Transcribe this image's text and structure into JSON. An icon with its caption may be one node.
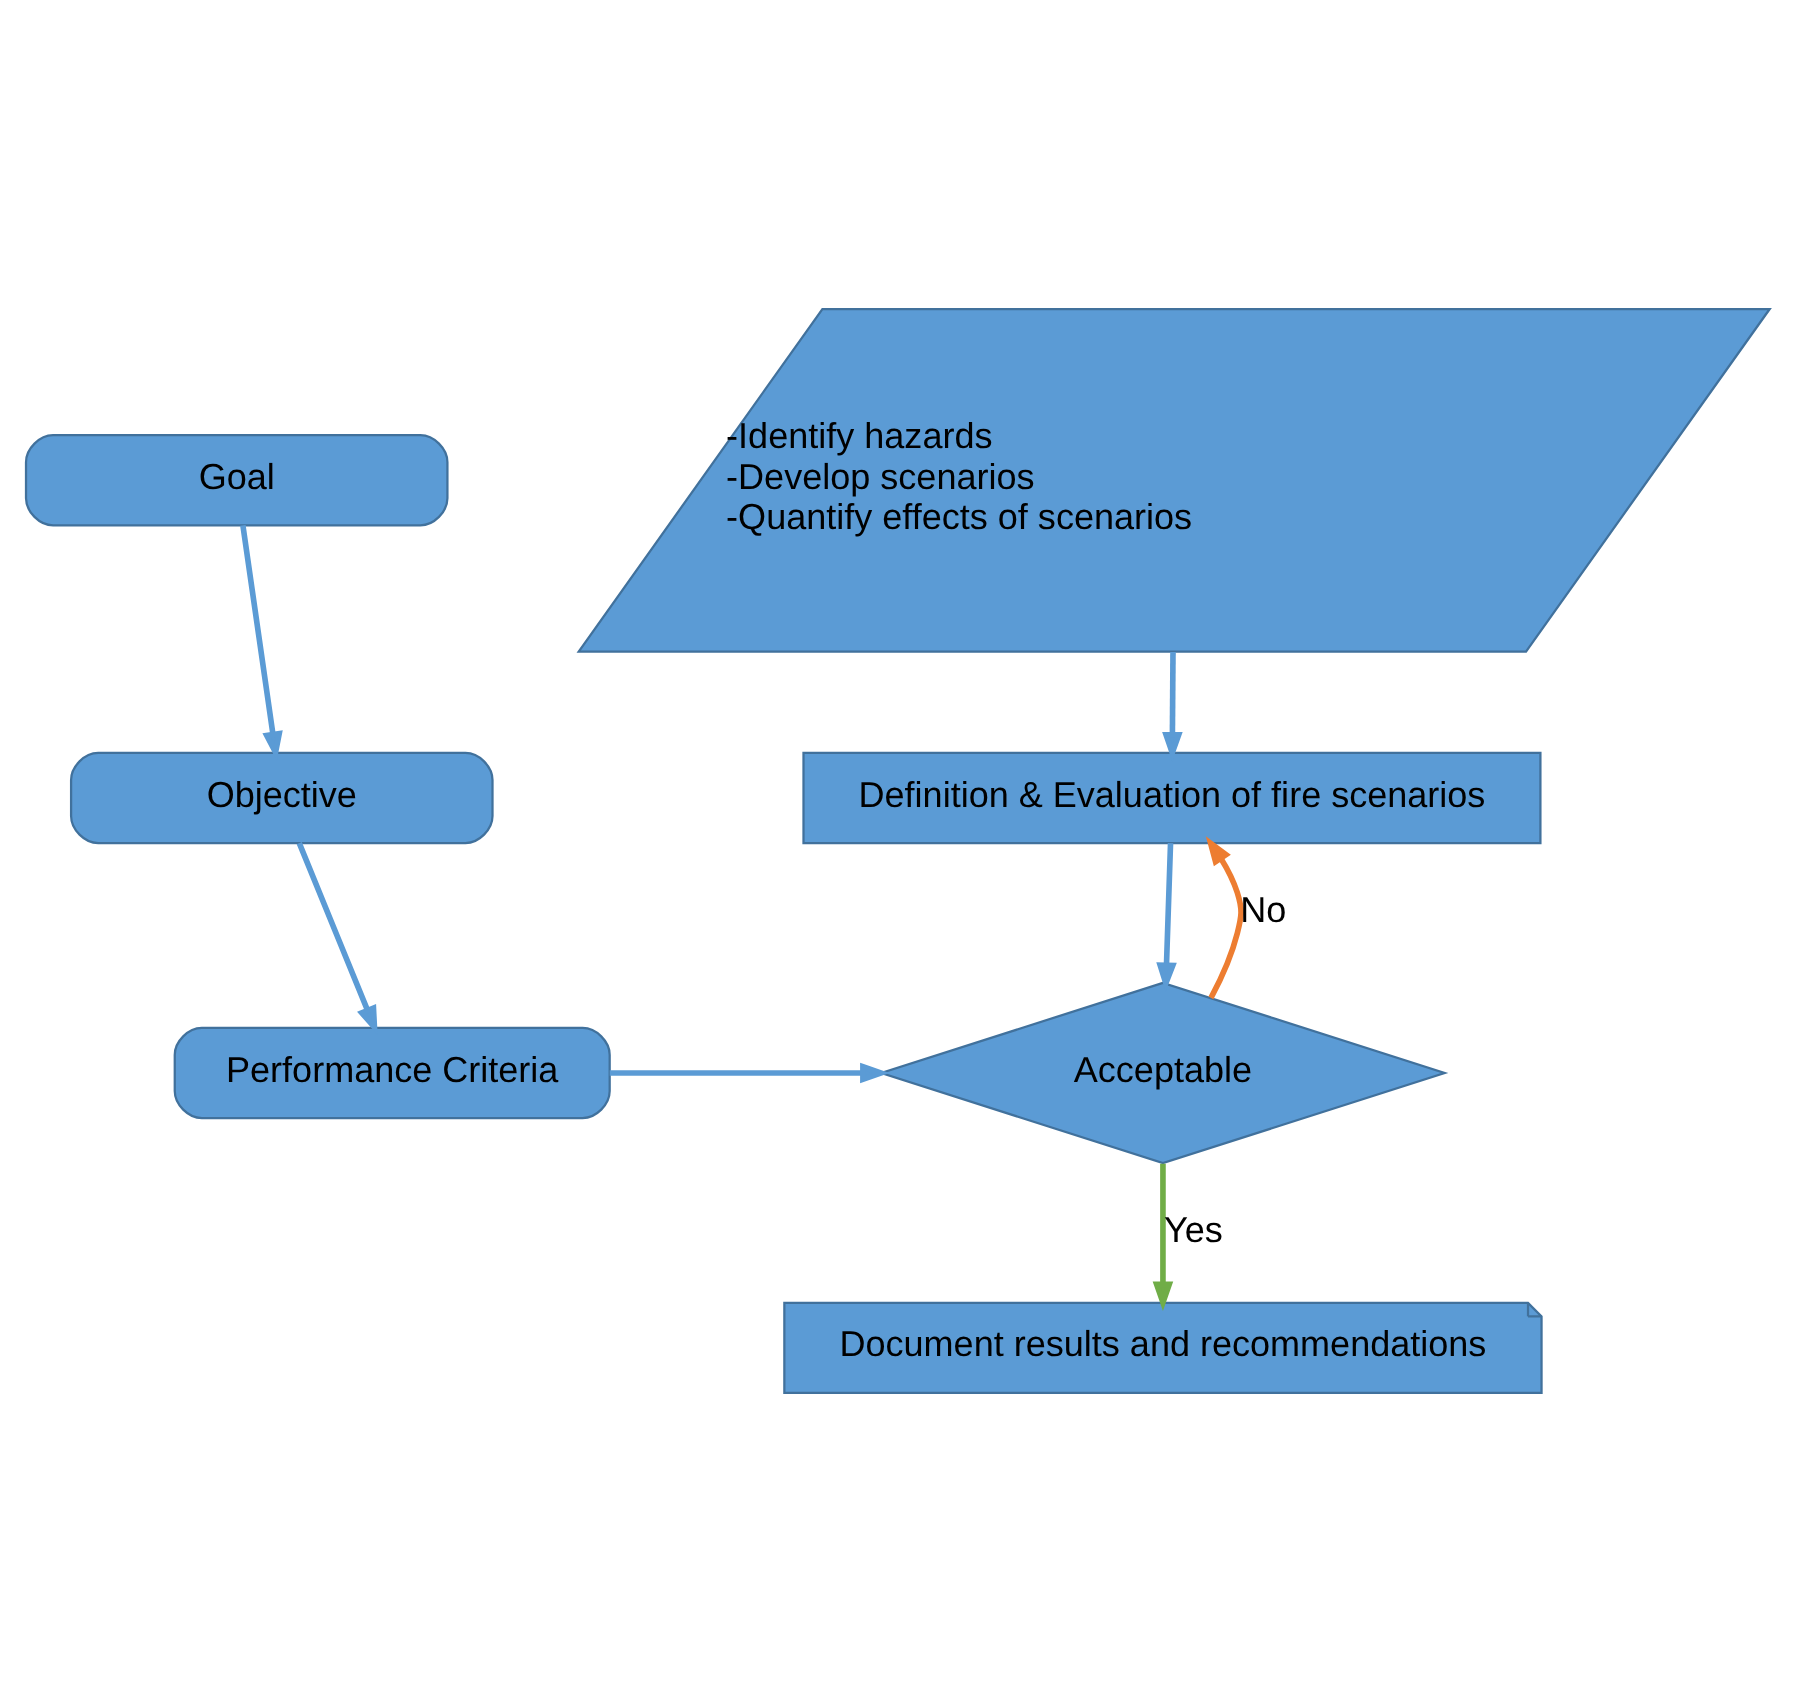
{
  "diagram": {
    "nodes": [
      {
        "text": [
          "Goal"
        ]
      },
      {
        "text": [
          "Objective"
        ]
      },
      {
        "text": [
          "Performance Criteria"
        ]
      },
      {
        "text": [
          "-Identify hazards",
          "-Develop scenarios",
          "-Quantify effects of scenarios"
        ]
      },
      {
        "text": [
          "Definition & Evaluation of fire scenarios"
        ]
      },
      {
        "text": [
          "Acceptable"
        ]
      },
      {
        "text": [
          "Document results and recommendations"
        ]
      }
    ],
    "edges": [
      {
        "from": 0,
        "to": 1,
        "arrow": "to"
      },
      {
        "from": 1,
        "to": 2,
        "arrow": "to"
      },
      {
        "from": 2,
        "to": 5,
        "arrow": "to"
      },
      {
        "from": 3,
        "to": 4,
        "arrow": "to"
      },
      {
        "from": 4,
        "to": 5,
        "arrow": "to"
      },
      {
        "from": 5,
        "to": 4,
        "arrow": "to",
        "label": "No",
        "color": "#ed7d31"
      },
      {
        "from": 5,
        "to": 6,
        "arrow": "to",
        "label": "Yes",
        "color": "#70ad47"
      }
    ]
  }
}
